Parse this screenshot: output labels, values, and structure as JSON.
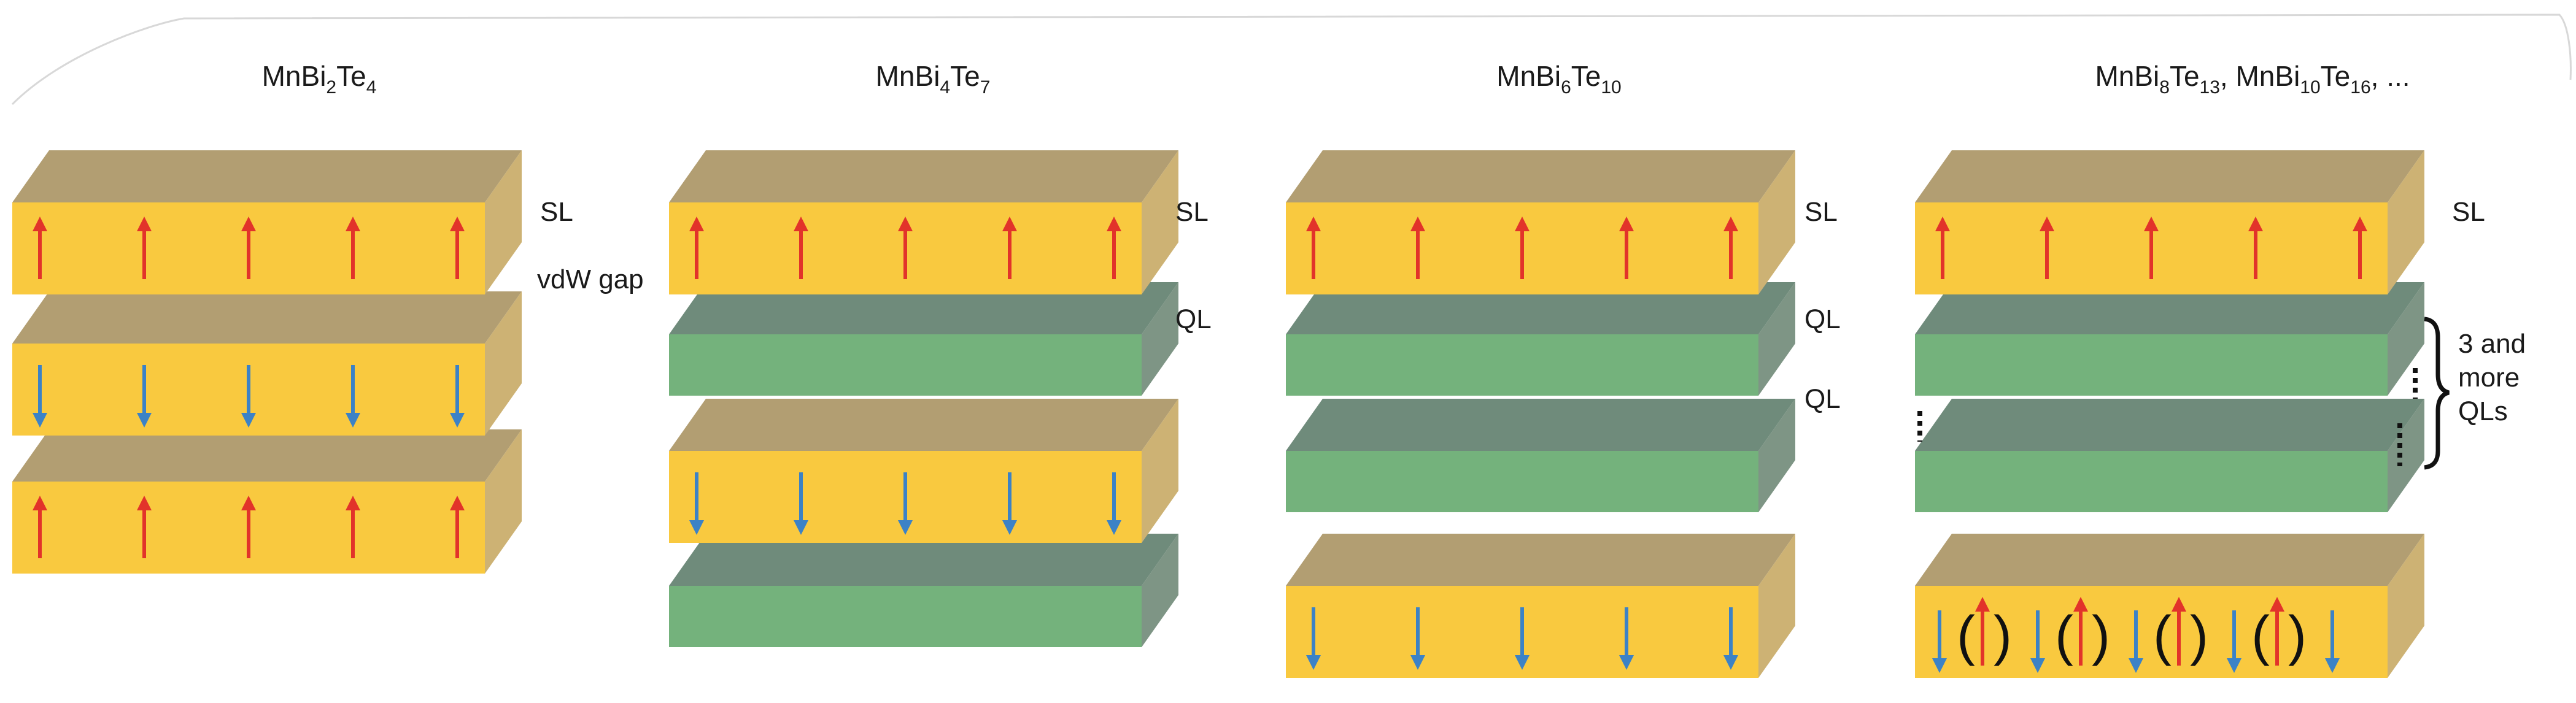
{
  "panels": [
    {
      "title": [
        [
          "MnBi",
          ""
        ],
        [
          "2",
          "sub"
        ],
        [
          "Te",
          ""
        ],
        [
          "4",
          "sub"
        ]
      ],
      "layers": [
        {
          "type": "SL",
          "spins": "up"
        },
        {
          "type": "SL",
          "spins": "down"
        },
        {
          "type": "SL",
          "spins": "up"
        }
      ],
      "labels": [
        "SL",
        "vdW gap"
      ]
    },
    {
      "title": [
        [
          "MnBi",
          ""
        ],
        [
          "4",
          "sub"
        ],
        [
          "Te",
          ""
        ],
        [
          "7",
          "sub"
        ]
      ],
      "layers": [
        {
          "type": "SL",
          "spins": "up"
        },
        {
          "type": "QL"
        },
        {
          "type": "SL",
          "spins": "down"
        },
        {
          "type": "QL"
        }
      ],
      "labels": [
        "SL",
        "QL"
      ]
    },
    {
      "title": [
        [
          "MnBi",
          ""
        ],
        [
          "6",
          "sub"
        ],
        [
          "Te",
          ""
        ],
        [
          "10",
          "sub"
        ]
      ],
      "layers": [
        {
          "type": "SL",
          "spins": "up"
        },
        {
          "type": "QL"
        },
        {
          "type": "QL"
        },
        {
          "type": "SL",
          "spins": "down"
        }
      ],
      "labels": [
        "SL",
        "QL",
        "QL"
      ]
    },
    {
      "title": [
        [
          "MnBi",
          ""
        ],
        [
          "8",
          "sub"
        ],
        [
          "Te",
          ""
        ],
        [
          "13",
          "sub"
        ],
        [
          ", MnBi",
          ""
        ],
        [
          "10",
          "sub"
        ],
        [
          "Te",
          ""
        ],
        [
          "16",
          "sub"
        ],
        [
          ", ...",
          ""
        ]
      ],
      "layers": [
        {
          "type": "SL",
          "spins": "up"
        },
        {
          "type": "QL"
        },
        {
          "type": "QL"
        },
        {
          "type": "SL",
          "spins": "mixed"
        }
      ],
      "labels": [
        "SL",
        "3 and",
        "more",
        "QLs"
      ]
    }
  ],
  "colors": {
    "sl_front": "#F9C93F",
    "sl_top": "#B29E72",
    "sl_side": "#CDB274",
    "ql_front": "#74B27C",
    "ql_top": "#6F8B7B",
    "ql_side": "#7E9585",
    "spin_up": "#E2332A",
    "spin_down": "#3C82C6",
    "edge": "#a89060"
  }
}
